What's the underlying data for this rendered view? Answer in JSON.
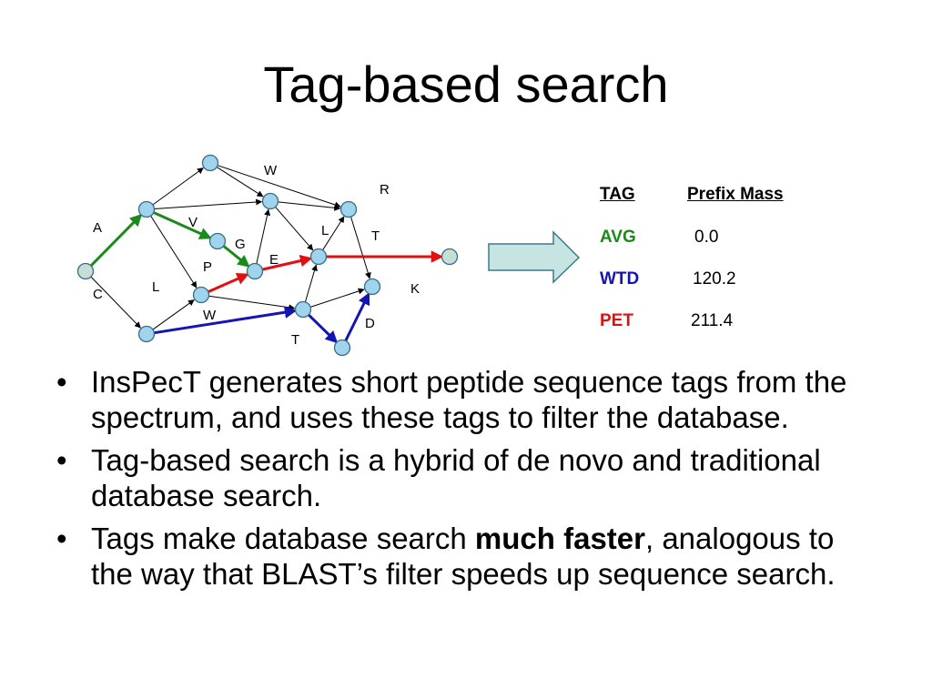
{
  "title": "Tag-based search",
  "colors": {
    "node_fill": "#9fd4ec",
    "node_stroke": "#3a6c8c",
    "start_node_fill": "#c6dfd4",
    "green": "#1a8a1a",
    "red": "#e01010",
    "blue": "#1414b4",
    "arrow_fill": "#c6e4e2",
    "arrow_stroke": "#3a7a8a"
  },
  "graph": {
    "labels": [
      "W",
      "R",
      "A",
      "V",
      "G",
      "L",
      "T",
      "P",
      "E",
      "C",
      "L",
      "K",
      "W",
      "D",
      "T"
    ]
  },
  "table": {
    "header_tag": "TAG",
    "header_mass": "Prefix Mass",
    "rows": [
      {
        "tag": "AVG",
        "mass": "0.0",
        "color": "#1a8a1a"
      },
      {
        "tag": "WTD",
        "mass": "120.2",
        "color": "#1414b4"
      },
      {
        "tag": "PET",
        "mass": "211.4",
        "color": "#e01010"
      }
    ]
  },
  "bullets": {
    "b1": "InsPecT generates short peptide sequence tags from the spectrum, and uses these tags to filter the database.",
    "b2": "Tag-based search is a hybrid of de novo and traditional database search.",
    "b3_pre": "Tags make database search ",
    "b3_bold": "much faster",
    "b3_post": ", analogous to the way that BLAST’s filter speeds up sequence search."
  }
}
